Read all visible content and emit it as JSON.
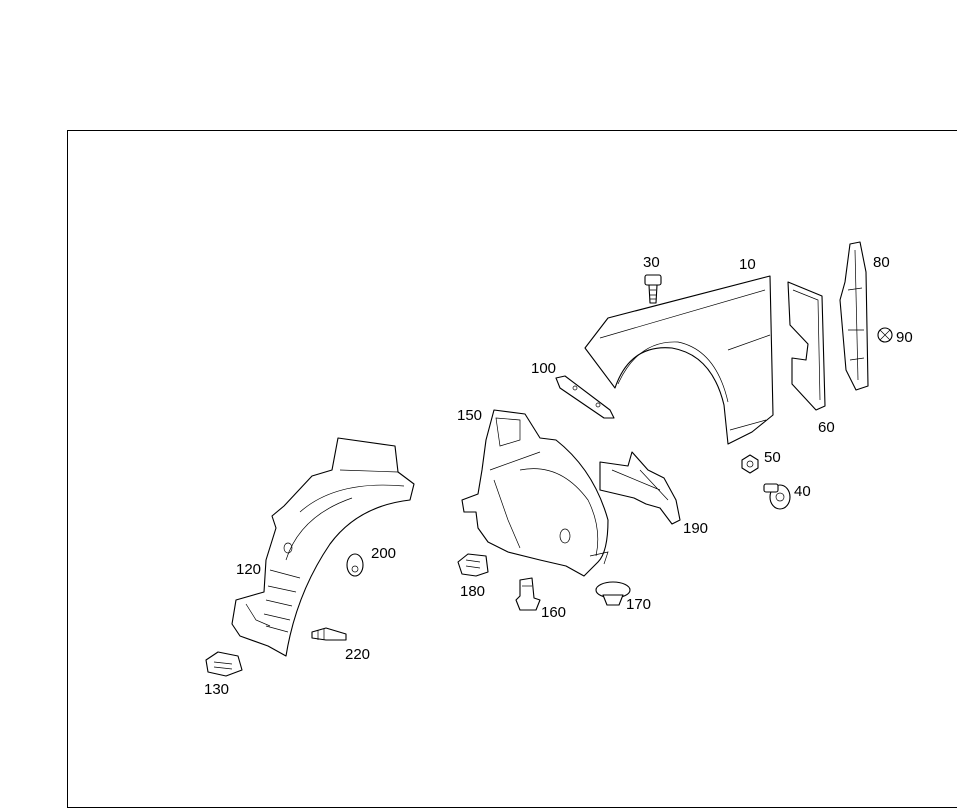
{
  "callouts": {
    "c10": "10",
    "c30": "30",
    "c40": "40",
    "c50": "50",
    "c60": "60",
    "c80": "80",
    "c90": "90",
    "c100": "100",
    "c120": "120",
    "c130": "130",
    "c150": "150",
    "c160": "160",
    "c170": "170",
    "c180": "180",
    "c190": "190",
    "c200": "200",
    "c220": "220"
  }
}
